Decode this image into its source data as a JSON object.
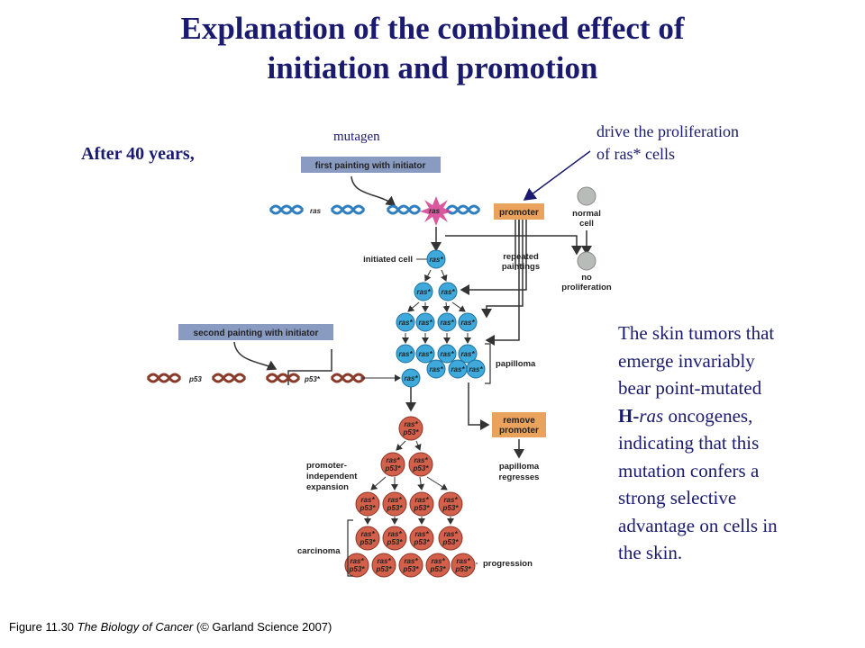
{
  "title": {
    "line1": "Explanation of the combined effect of",
    "line2": "initiation and promotion"
  },
  "annotations": {
    "after_years": "After 40 years,",
    "mutagen": "mutagen",
    "drive_line1": "drive the proliferation",
    "drive_line2": "of ras* cells"
  },
  "note": {
    "line1": "The skin tumors that",
    "line2": "emerge invariably",
    "line3": "bear point-mutated",
    "line4_bold": "H-",
    "line4_italic": "ras",
    "line4_rest": " oncogenes,",
    "line5": "indicating that this",
    "line6": "mutation confers a",
    "line7": "strong selective",
    "line8": "advantage on cells in",
    "line9": "the skin."
  },
  "caption": {
    "figure": "Figure 11.30 ",
    "book": "The Biology of Cancer",
    "rest": " (© Garland Science 2007)"
  },
  "figure": {
    "first_painting": "first painting with initiator",
    "second_painting": "second painting with initiator",
    "ras": "ras",
    "ras_star": "ras*",
    "p53": "p53",
    "p53_star": "p53*",
    "promoter": "promoter",
    "normal_cell_1": "normal",
    "normal_cell_2": "cell",
    "initiated_cell": "initiated cell",
    "repeated_1": "repeated",
    "repeated_2": "paintings",
    "no_prolif_1": "no",
    "no_prolif_2": "proliferation",
    "papilloma": "papilloma",
    "remove_1": "remove",
    "remove_2": "promoter",
    "regress_1": "papilloma",
    "regress_2": "regresses",
    "pie_1": "promoter-",
    "pie_2": "independent",
    "pie_3": "expansion",
    "carcinoma": "carcinoma",
    "progression": "progression",
    "colors": {
      "blue_cell": "#3fa9dc",
      "red_cell": "#d2604a",
      "promoter_box": "#e9a35c",
      "bar": "#8a9bc2",
      "dna_blue": "#2f7fc0",
      "dna_brown": "#8a3a28",
      "normal_cell": "#b8bcb8"
    }
  }
}
